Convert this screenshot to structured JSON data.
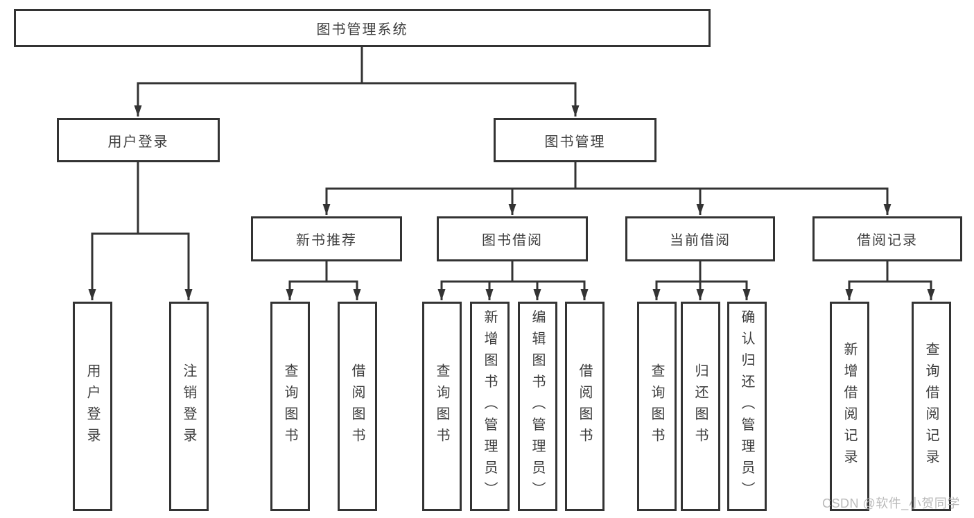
{
  "diagram": {
    "type": "tree",
    "watermark": "CSDN @软件_小贺同学",
    "colors": {
      "line": "#333333",
      "box_border": "#333333",
      "box_bg": "#ffffff",
      "text": "#3d3d3d",
      "watermark": "#b5b5b5"
    },
    "root": {
      "label": "图书管理系统"
    },
    "level2": {
      "user_login": {
        "label": "用户登录"
      },
      "book_mgmt": {
        "label": "图书管理"
      }
    },
    "level3": {
      "new_books": {
        "label": "新书推荐",
        "parent": "book_mgmt"
      },
      "book_borrow": {
        "label": "图书借阅",
        "parent": "book_mgmt"
      },
      "current_borrow": {
        "label": "当前借阅",
        "parent": "book_mgmt"
      },
      "borrow_records": {
        "label": "借阅记录",
        "parent": "book_mgmt"
      }
    },
    "leaves": {
      "ul_login": {
        "label": "用户登录",
        "parent": "user_login"
      },
      "ul_logout": {
        "label": "注销登录",
        "parent": "user_login"
      },
      "nb_query": {
        "label": "查询图书",
        "parent": "new_books"
      },
      "nb_borrow": {
        "label": "借阅图书",
        "parent": "new_books"
      },
      "bb_query": {
        "label": "查询图书",
        "parent": "book_borrow"
      },
      "bb_add": {
        "label": "新增图书（管理员）",
        "parent": "book_borrow"
      },
      "bb_edit": {
        "label": "编辑图书（管理员）",
        "parent": "book_borrow"
      },
      "bb_borrow": {
        "label": "借阅图书",
        "parent": "book_borrow"
      },
      "cb_query": {
        "label": "查询图书",
        "parent": "current_borrow"
      },
      "cb_return": {
        "label": "归还图书",
        "parent": "current_borrow"
      },
      "cb_confirm": {
        "label": "确认归还（管理员）",
        "parent": "current_borrow"
      },
      "br_add": {
        "label": "新增借阅记录",
        "parent": "borrow_records"
      },
      "br_query": {
        "label": "查询借阅记录",
        "parent": "borrow_records"
      }
    }
  }
}
